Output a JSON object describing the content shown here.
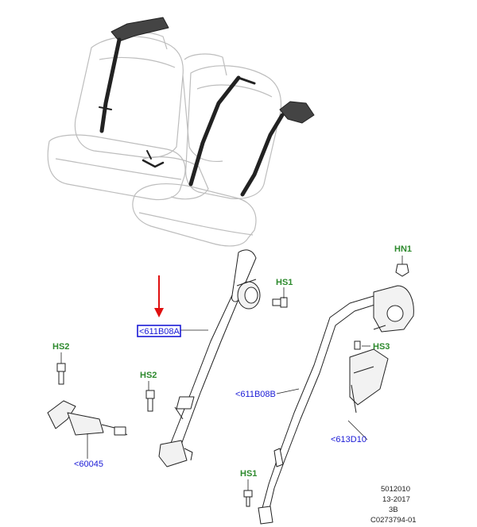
{
  "colors": {
    "fastener_label": "#2d8a2d",
    "reference_label": "#1a1ad6",
    "highlight_box": "#1a1ad6",
    "arrow": "#e01010",
    "line": "#222222",
    "seat_outline": "#bdbdbd"
  },
  "labels": {
    "hn1": "HN1",
    "hs1_top": "HS1",
    "hs2_left": "HS2",
    "hs2_mid": "HS2",
    "hs3": "HS3",
    "hs1_bottom": "HS1",
    "ref_611b08a": "<611B08A",
    "ref_611b08b": "<611B08B",
    "ref_613d10": "<613D10",
    "ref_60045": "<60045"
  },
  "footer": {
    "line1": "5012010",
    "line2": "13-2017",
    "line3": "3B",
    "line4": "C0273794-01"
  }
}
